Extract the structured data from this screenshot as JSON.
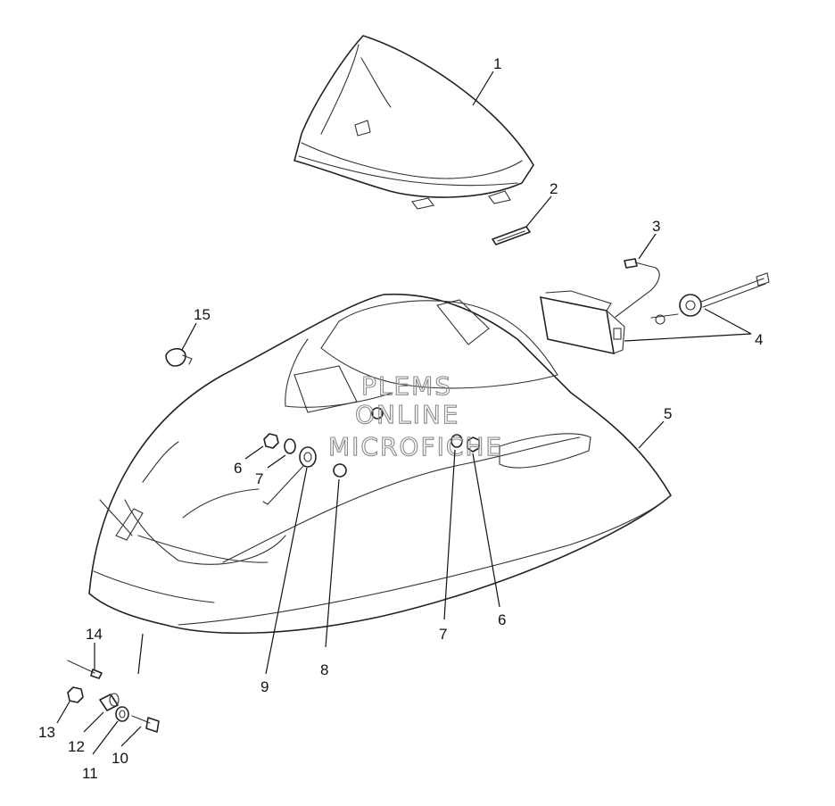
{
  "diagram": {
    "callouts": [
      "1",
      "2",
      "3",
      "4",
      "5",
      "6",
      "7",
      "6",
      "7",
      "8",
      "9",
      "10",
      "11",
      "12",
      "13",
      "14",
      "15"
    ],
    "watermark": [
      "PLEMS",
      "ONLINE",
      "MICROFICHE"
    ]
  }
}
